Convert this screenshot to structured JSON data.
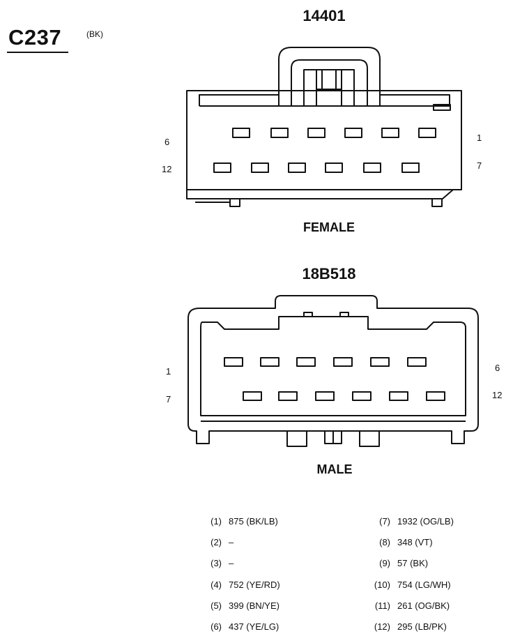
{
  "connector": {
    "id": "C237",
    "color": "(BK)"
  },
  "female": {
    "part_number": "14401",
    "label": "FEMALE",
    "left_pins": [
      "6",
      "12"
    ],
    "right_pins": [
      "1",
      "7"
    ]
  },
  "male": {
    "part_number": "18B518",
    "label": "MALE",
    "left_pins": [
      "1",
      "7"
    ],
    "right_pins": [
      "6",
      "12"
    ]
  },
  "pinout_left": [
    {
      "pin": "(1)",
      "circuit": "875 (BK/LB)"
    },
    {
      "pin": "(2)",
      "circuit": "–"
    },
    {
      "pin": "(3)",
      "circuit": "–"
    },
    {
      "pin": "(4)",
      "circuit": "752 (YE/RD)"
    },
    {
      "pin": "(5)",
      "circuit": "399 (BN/YE)"
    },
    {
      "pin": "(6)",
      "circuit": "437 (YE/LG)"
    }
  ],
  "pinout_right": [
    {
      "pin": "(7)",
      "circuit": "1932 (OG/LB)"
    },
    {
      "pin": "(8)",
      "circuit": "348 (VT)"
    },
    {
      "pin": "(9)",
      "circuit": "57 (BK)"
    },
    {
      "pin": "(10)",
      "circuit": "754 (LG/WH)"
    },
    {
      "pin": "(11)",
      "circuit": "261 (OG/BK)"
    },
    {
      "pin": "(12)",
      "circuit": "295 (LB/PK)"
    }
  ]
}
